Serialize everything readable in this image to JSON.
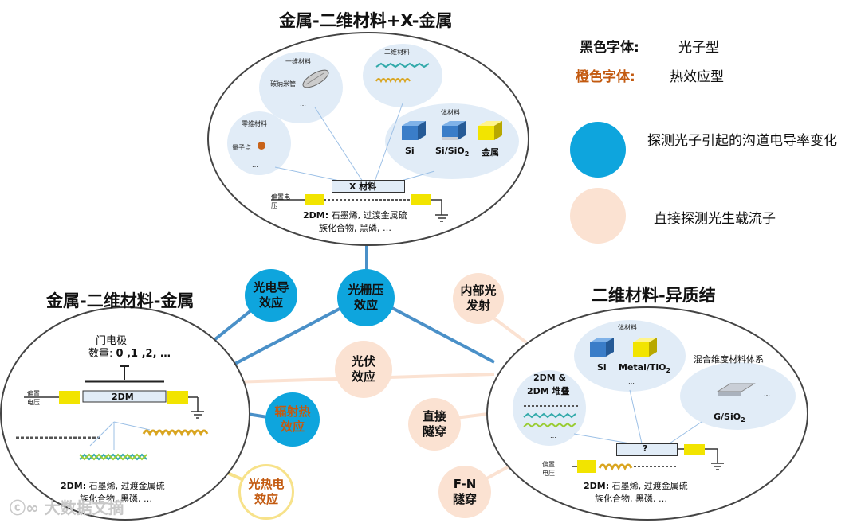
{
  "legend": {
    "black_label": "黑色字体:",
    "black_value": "光子型",
    "orange_label": "橙色字体:",
    "orange_value": "热效应型",
    "blue_text": "探测光子引起的沟道电导率变化",
    "peach_text": "直接探测光生载流子",
    "colors": {
      "blue": "#0ea5dd",
      "peach": "#fbe2d2",
      "orange": "#c35a10"
    }
  },
  "top": {
    "title": "金属-二维材料+X-金属",
    "one_d": "一维材料",
    "cnt": "碳纳米管",
    "dots1": "…",
    "two_d": "二维材料",
    "dots2": "…",
    "zero_d": "零维材料",
    "qd": "量子点",
    "dots3": "…",
    "bulk": "体材料",
    "si": "Si",
    "sio2": "Si/SiO",
    "sio2_sub": "2",
    "metal": "金属",
    "dots4": "…",
    "x_material": "X 材料",
    "bias": "偏置电\n压",
    "dm_line1_bold": "2DM:",
    "dm_line1": " 石墨烯, 过渡金属硫",
    "dm_line2": "族化合物, 黑磷, …"
  },
  "left": {
    "title": "金属-二维材料-金属",
    "gate": "门电极",
    "gate_count_prefix": "数量: ",
    "gate_count": "0 ,1 ,2, …",
    "bias": "偏置\n电压",
    "channel": "2DM",
    "dm_line1_bold": "2DM:",
    "dm_line1": " 石墨烯, 过渡金属硫",
    "dm_line2": "族化合物, 黑磷, …"
  },
  "right": {
    "title": "二维材料-异质结",
    "bulk": "体材料",
    "si": "Si",
    "metal": "Metal/TiO",
    "metal_sub": "2",
    "dots1": "…",
    "mixed": "混合维度材料体系",
    "dots2": "…",
    "gsio2": "G/SiO",
    "gsio2_sub": "2",
    "stack1": "2DM &",
    "stack2": "2DM 堆叠",
    "dots3": "…",
    "q": "?",
    "bias": "偏置\n电压",
    "dm_line1_bold": "2DM:",
    "dm_line1": " 石墨烯, 过渡金属硫",
    "dm_line2": "族化合物, 黑磷, …"
  },
  "nodes": {
    "photoconductive": [
      "光电导",
      "效应"
    ],
    "photogating": [
      "光栅压",
      "效应"
    ],
    "internal": [
      "内部光",
      "发射"
    ],
    "photovoltaic": [
      "光伏",
      "效应"
    ],
    "bolometric": [
      "辐射热",
      "效应"
    ],
    "tunneling": [
      "直接",
      "隧穿"
    ],
    "fn": [
      "F-N",
      "隧穿"
    ],
    "photothermo": [
      "光热电",
      "效应"
    ]
  },
  "watermark": "大数据文摘"
}
